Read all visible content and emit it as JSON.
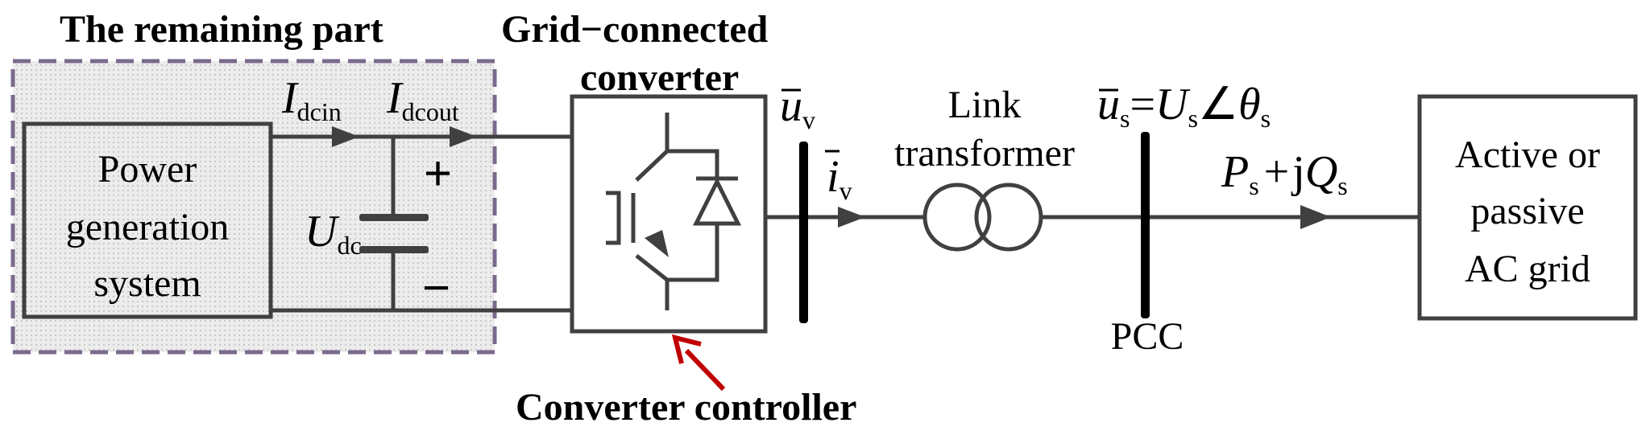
{
  "colors": {
    "line": "#404040",
    "dashed_box": "#7a6a8c",
    "dashed_fill": "#ececec",
    "controller_arrow": "#c00000",
    "text": "#000000"
  },
  "remaining_part": {
    "title": "The remaining part"
  },
  "power_system": {
    "line1": "Power",
    "line2": "generation",
    "line3": "system"
  },
  "dc_link": {
    "i_dcin": {
      "base": "I",
      "sub": "dcin"
    },
    "i_dcout": {
      "base": "I",
      "sub": "dcout"
    },
    "u_dc": {
      "base": "U",
      "sub": "dc"
    },
    "plus": "+",
    "minus": "−"
  },
  "converter": {
    "title_line1": "Grid−connected",
    "title_line2": "converter",
    "controller_label": "Converter controller"
  },
  "ac_side": {
    "u_v": {
      "base": "u",
      "sub": "v"
    },
    "i_v": {
      "base": "i",
      "sub": "v"
    },
    "transformer_line1": "Link",
    "transformer_line2": "transformer",
    "pcc_voltage": {
      "u": "u",
      "u_sub": "s",
      "eq": "=",
      "U": "U",
      "U_sub": "s",
      "angle": "∠",
      "theta": "θ",
      "theta_sub": "s"
    },
    "pcc_label": "PCC",
    "power_flow": {
      "P": "P",
      "P_sub": "s",
      "plus": "+",
      "j": "j",
      "Q": "Q",
      "Q_sub": "s"
    }
  },
  "grid_box": {
    "line1": "Active or",
    "line2": "passive",
    "line3": "AC grid"
  }
}
